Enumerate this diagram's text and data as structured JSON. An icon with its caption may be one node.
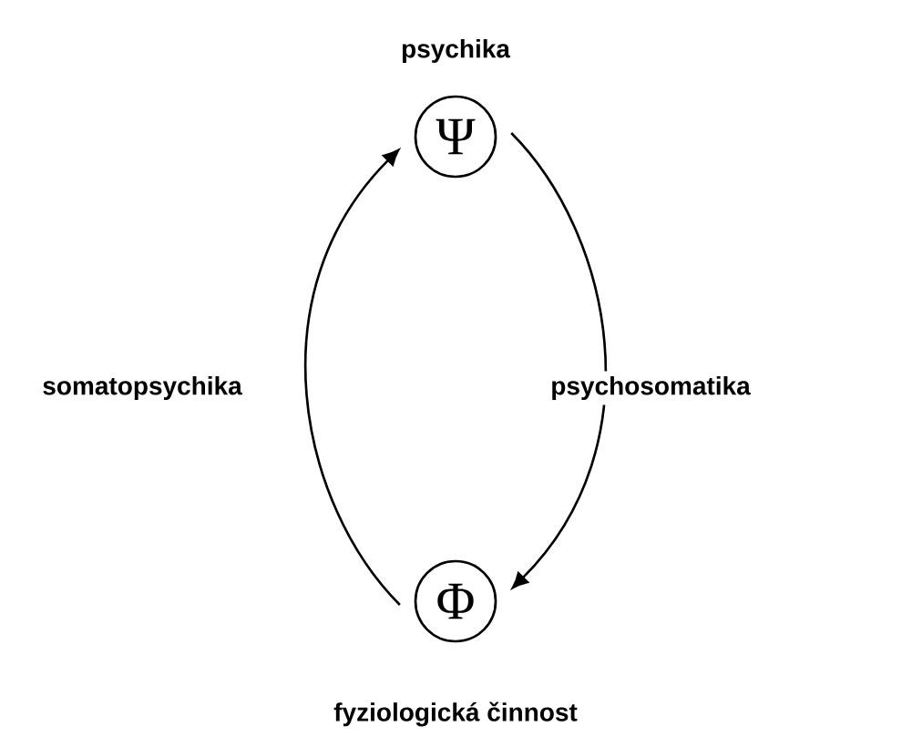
{
  "diagram": {
    "nodes": [
      {
        "text": [
          "psychika",
          "Ψ"
        ]
      },
      {
        "text": [
          "Φ",
          "fyziologická činnost"
        ]
      }
    ],
    "edges": [
      {
        "from": 0,
        "to": 1,
        "arrow": "to",
        "label": "psychosomatika"
      },
      {
        "from": 1,
        "to": 0,
        "arrow": "to",
        "label": "somatopsychika"
      }
    ]
  }
}
